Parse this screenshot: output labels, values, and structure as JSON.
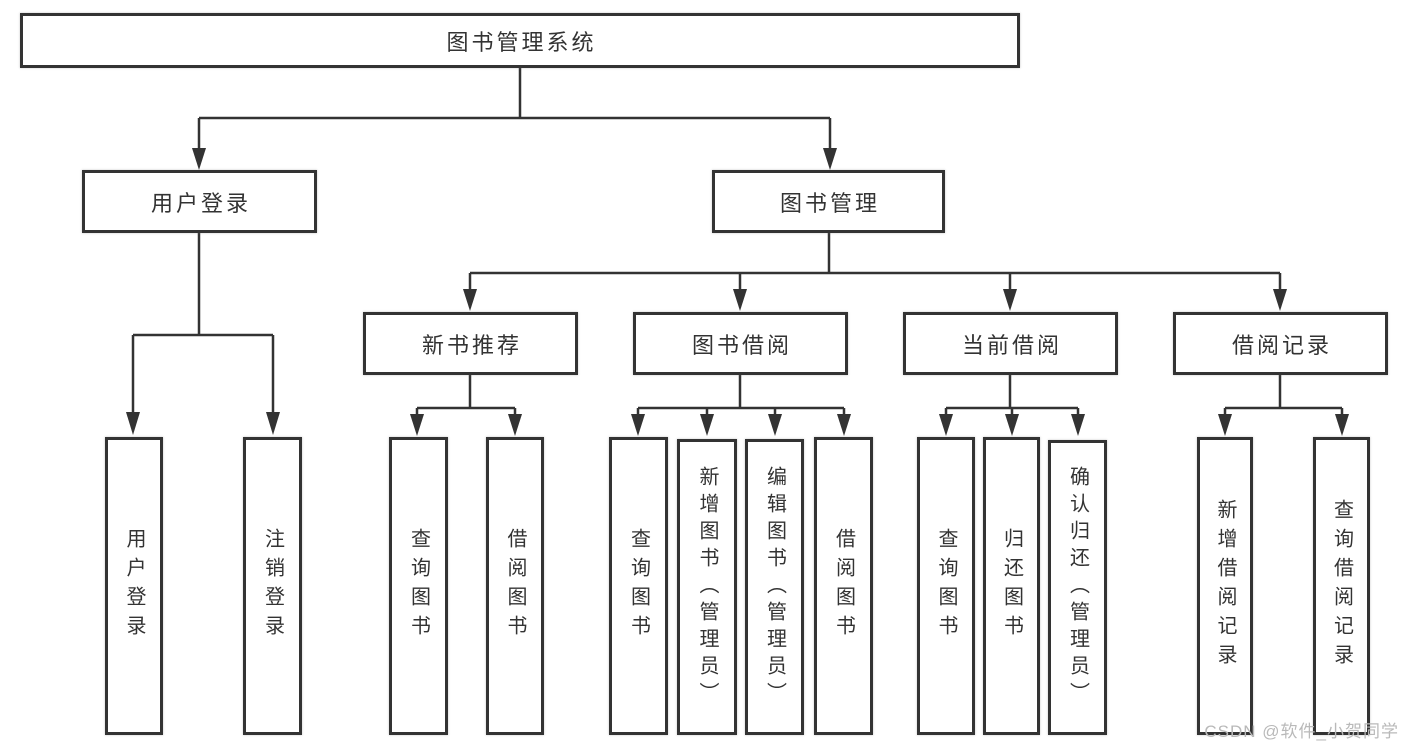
{
  "diagram": {
    "root": {
      "label": "图书管理系统"
    },
    "level2": [
      {
        "label": "用户登录",
        "leaves": [
          {
            "label": "用户登录"
          },
          {
            "label": "注销登录"
          }
        ]
      },
      {
        "label": "图书管理",
        "sections": [
          {
            "label": "新书推荐",
            "leaves": [
              {
                "label": "查询图书"
              },
              {
                "label": "借阅图书"
              }
            ]
          },
          {
            "label": "图书借阅",
            "leaves": [
              {
                "label": "查询图书"
              },
              {
                "label": "新增图书（管理员）"
              },
              {
                "label": "编辑图书（管理员）"
              },
              {
                "label": "借阅图书"
              }
            ]
          },
          {
            "label": "当前借阅",
            "leaves": [
              {
                "label": "查询图书"
              },
              {
                "label": "归还图书"
              },
              {
                "label": "确认归还（管理员）"
              }
            ]
          },
          {
            "label": "借阅记录",
            "leaves": [
              {
                "label": "新增借阅记录"
              },
              {
                "label": "查询借阅记录"
              }
            ]
          }
        ]
      }
    ]
  },
  "watermark": {
    "text": "CSDN @软件_小贺同学"
  },
  "colors": {
    "line": "#333333",
    "box_border": "#333333",
    "text": "#333333",
    "watermark": "#b9b9b9",
    "background": "#ffffff"
  }
}
